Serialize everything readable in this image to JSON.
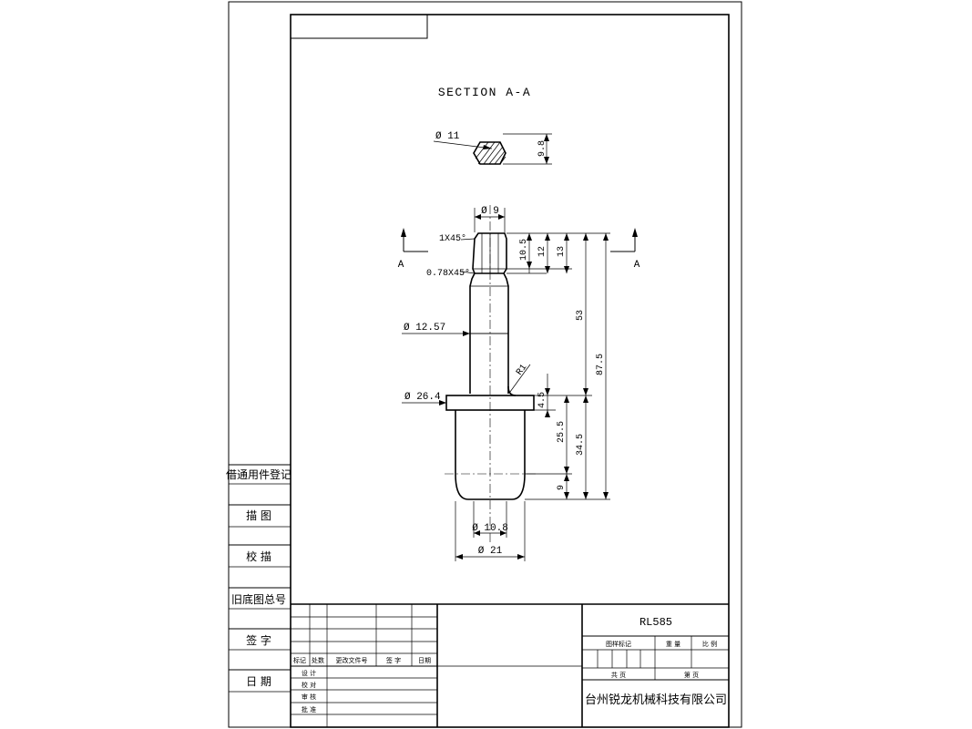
{
  "section": {
    "title": "SECTION  A-A",
    "dim_dia": "Ø 11",
    "dim_flat": "9.8"
  },
  "cut": {
    "left": "A",
    "right": "A"
  },
  "dims": {
    "top_dia": "Ø 9",
    "chamfer_top": "1X45°",
    "chamfer_bottom": "0.78X45°",
    "shaft_dia": "Ø 12.57",
    "flange_dia": "Ø 26.4",
    "groove": "R1",
    "lower_dia": "Ø 10.8",
    "base_dia": "Ø 21",
    "v10_5": "10.5",
    "v12": "12",
    "v13": "13",
    "v53": "53",
    "v87_5": "87.5",
    "v4_5": "4.5",
    "v25_5": "25.5",
    "v34_5": "34.5",
    "v9": "9"
  },
  "side_labels": [
    "借通用件登记",
    "描 图",
    "校 描",
    "旧底图总号",
    "签 字",
    "日 期"
  ],
  "revision": {
    "headers": [
      "标记",
      "处数",
      "更改文件号",
      "签  字",
      "日期"
    ],
    "roles": [
      "设  计",
      "校  对",
      "审  核",
      "批  准"
    ]
  },
  "title_block": {
    "part_no": "RL585",
    "stage_label": "图样标记",
    "weight_label": "重  量",
    "scale_label": "比  例",
    "total_label": "共    页",
    "page_label": "第    页",
    "company": "台州锐龙机械科技有限公司"
  },
  "colors": {
    "line": "#000000",
    "background": "#ffffff"
  }
}
